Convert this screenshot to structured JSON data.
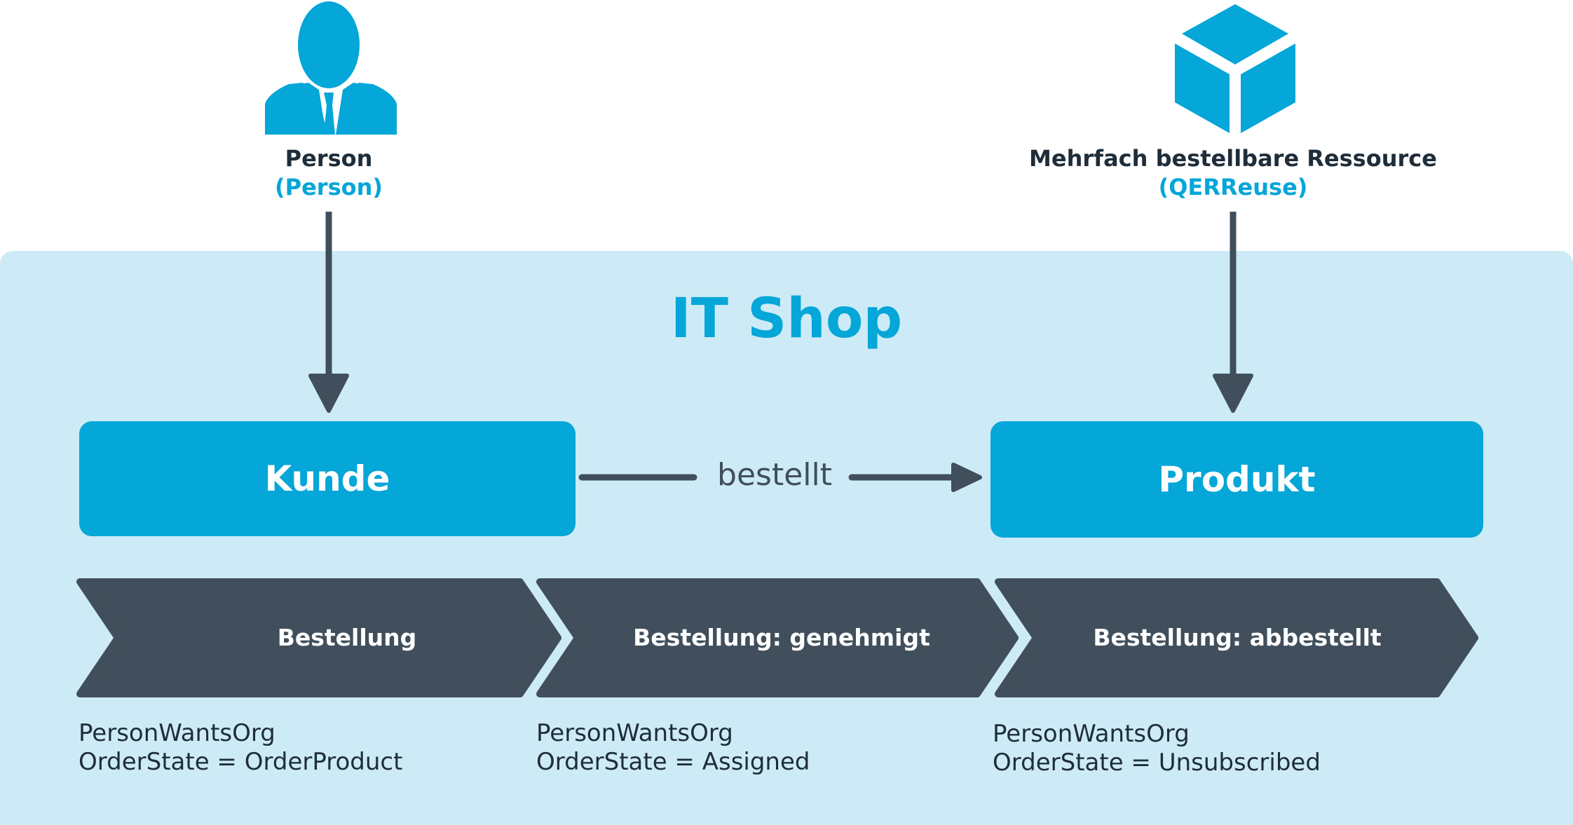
{
  "person": {
    "name": "Person",
    "technical": "(Person)"
  },
  "resource": {
    "name": "Mehrfach bestellbare Ressource",
    "technical": "(QERReuse)"
  },
  "shop_title": "IT Shop",
  "customer_box": "Kunde",
  "product_box": "Produkt",
  "relation_label": "bestellt",
  "steps": [
    {
      "label": "Bestellung",
      "note_line1": "PersonWantsOrg",
      "note_line2": "OrderState = OrderProduct"
    },
    {
      "label": "Bestellung: genehmigt",
      "note_line1": "PersonWantsOrg",
      "note_line2": "OrderState = Assigned"
    },
    {
      "label": "Bestellung: abbestellt",
      "note_line1": "PersonWantsOrg",
      "note_line2": "OrderState = Unsubscribed"
    }
  ],
  "colors": {
    "accent": "#05a6d8",
    "panel": "#cdebf6",
    "dark": "#404f5b",
    "text": "#1f2d3a"
  },
  "icons": {
    "person": "person-icon",
    "resource": "cube-icon"
  }
}
